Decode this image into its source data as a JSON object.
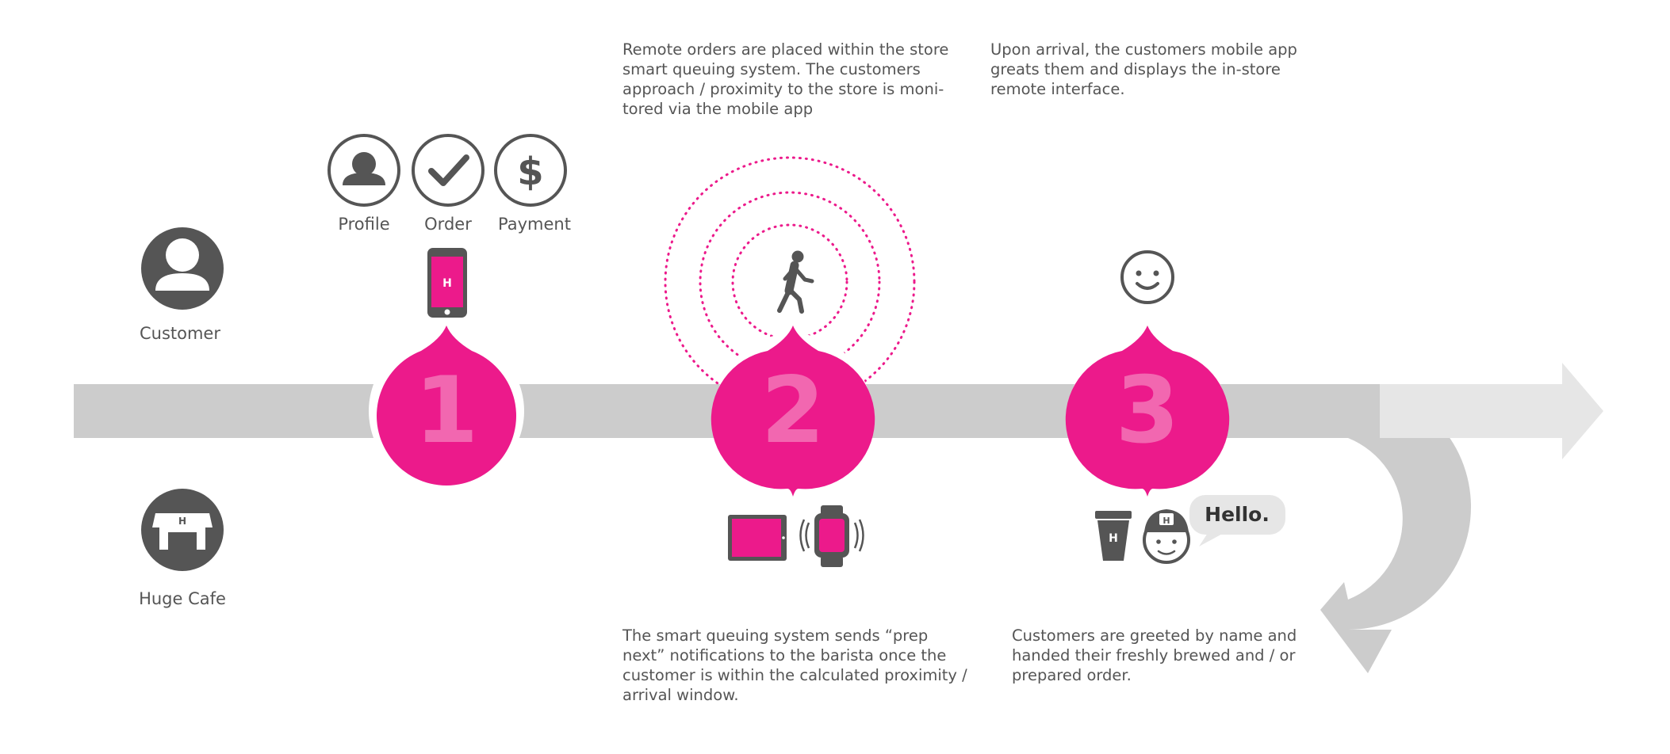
{
  "colors": {
    "accent": "#ec1a8b",
    "track": "#cccccc",
    "icon": "#555555",
    "text": "#555555"
  },
  "actors": {
    "customer": "Customer",
    "cafe": "Huge Cafe"
  },
  "order_icons": [
    {
      "icon": "profile-icon",
      "label": "Profile"
    },
    {
      "icon": "order-check-icon",
      "label": "Order"
    },
    {
      "icon": "payment-dollar-icon",
      "label": "Payment"
    }
  ],
  "phone_logo": "H",
  "steps": [
    {
      "number": "1"
    },
    {
      "number": "2",
      "top_text": "Remote orders are placed within the store\nsmart queuing system. The customers\napproach / proximity to the store is moni-\ntored via the mobile app",
      "bottom_text": "The smart queuing system sends “prep\nnext” notifications to the barista once the\ncustomer is within the calculated proximity /\narrival window."
    },
    {
      "number": "3",
      "top_text": "Upon arrival, the customers mobile app\ngreats them and displays the in-store\nremote interface.",
      "bottom_text": "Customers are greeted by name and\nhanded their freshly brewed and / or\nprepared order."
    }
  ],
  "cup_logo": "H",
  "hat_logo": "H",
  "store_logo": "H",
  "speech_bubble": "Hello."
}
